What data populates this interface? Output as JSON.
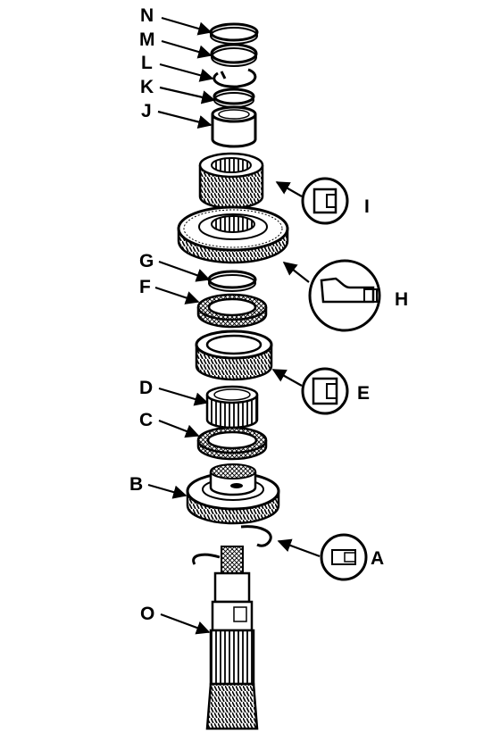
{
  "diagram": {
    "labels": {
      "A": "A",
      "B": "B",
      "C": "C",
      "D": "D",
      "E": "E",
      "F": "F",
      "G": "G",
      "H": "H",
      "I": "I",
      "J": "J",
      "K": "K",
      "L": "L",
      "M": "M",
      "N": "N",
      "O": "O"
    }
  }
}
